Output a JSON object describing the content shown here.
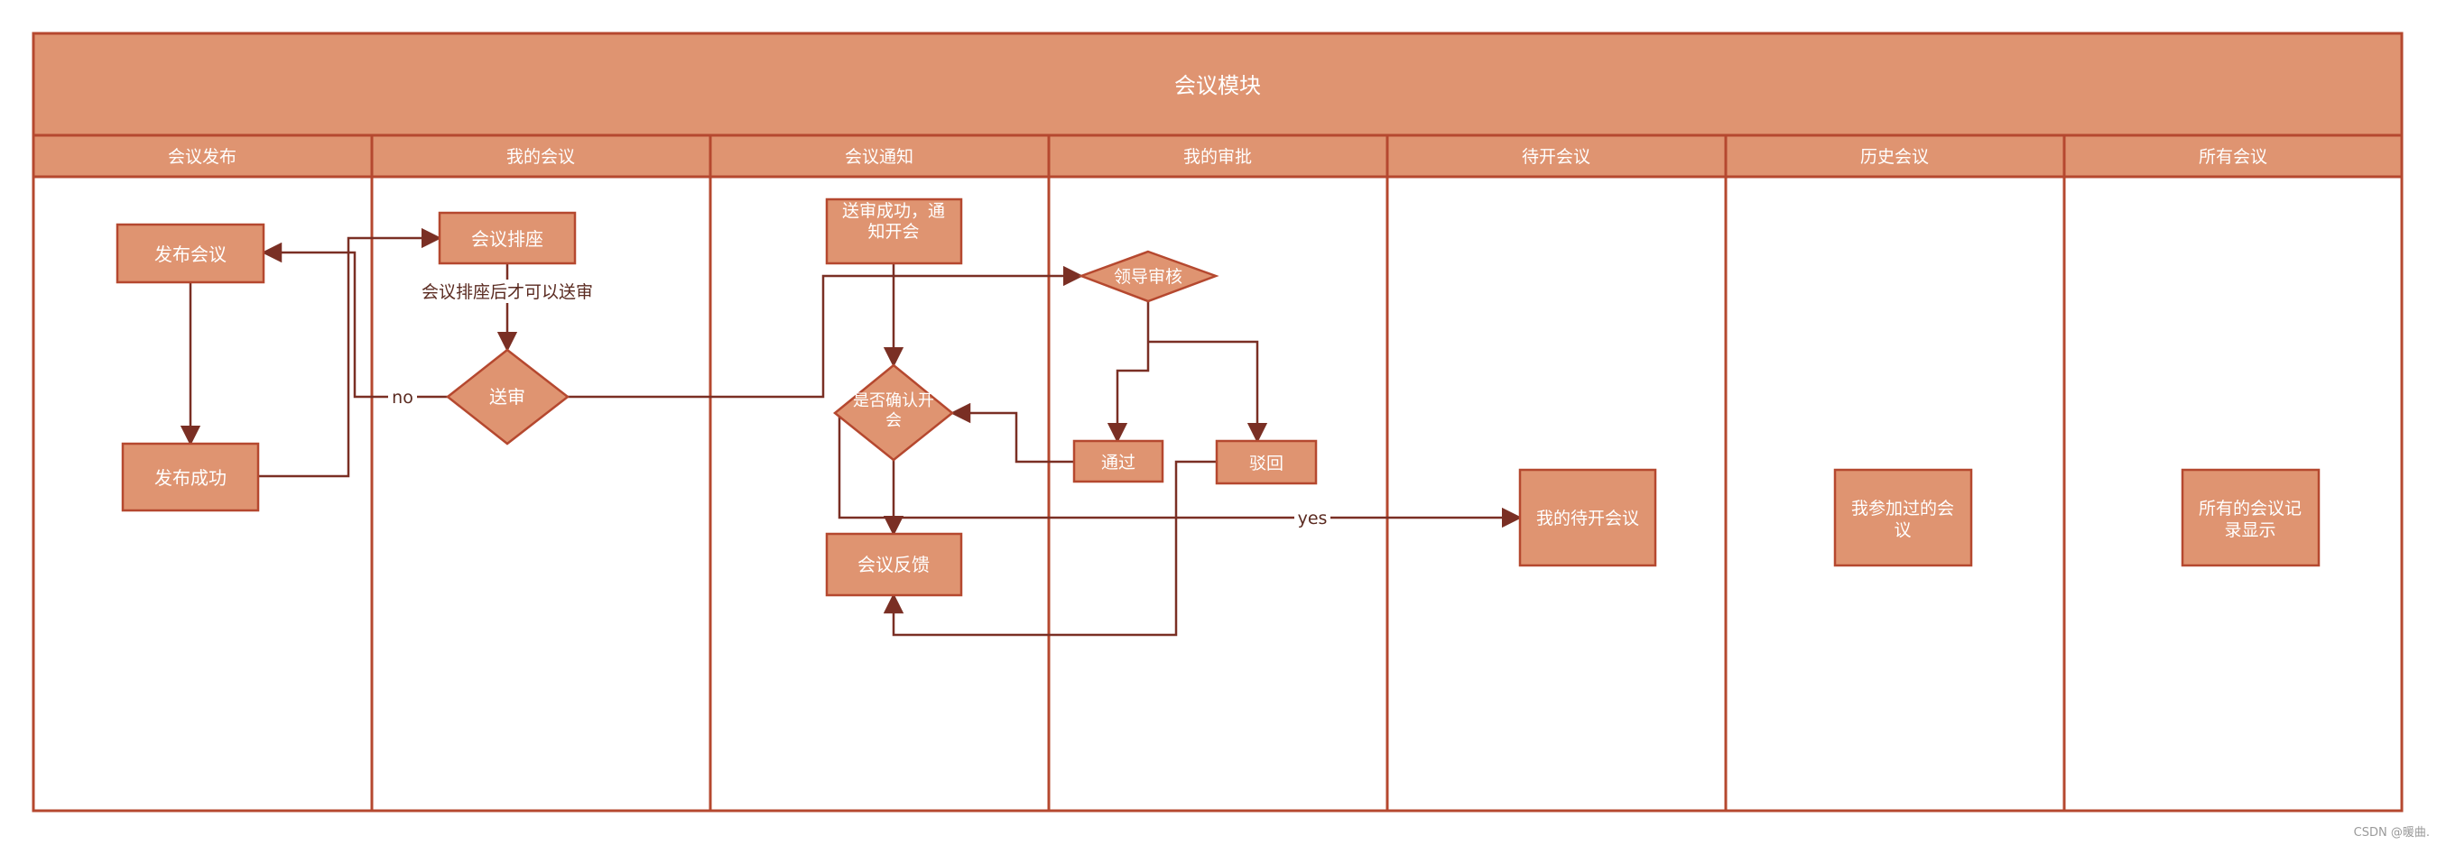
{
  "title": "会议模块",
  "lanes": [
    "会议发布",
    "我的会议",
    "会议通知",
    "我的审批",
    "待开会议",
    "历史会议",
    "所有会议"
  ],
  "nodes": {
    "publish_meeting": "发布会议",
    "publish_success": "发布成功",
    "meeting_seating": "会议排座",
    "send_review": "送审",
    "review_success_line1": "送审成功，通",
    "review_success_line2": "知开会",
    "confirm_meeting_line1": "是否确认开",
    "confirm_meeting_line2": "会",
    "meeting_feedback": "会议反馈",
    "leader_review": "领导审核",
    "approved": "通过",
    "rejected": "驳回",
    "my_pending_line1": "我的待开会议",
    "history_line1": "我参加过的会",
    "history_line2": "议",
    "all_line1": "所有的会议记",
    "all_line2": "录显示"
  },
  "edge_labels": {
    "seating_note": "会议排座后才可以送审",
    "no": "no",
    "yes": "yes"
  },
  "watermark": "CSDN @暖曲.",
  "colors": {
    "fill": "#df9471",
    "stroke": "#b5482f",
    "edge": "#7a2f24",
    "header_text": "#ffffff",
    "label_text": "#5a2a20"
  }
}
